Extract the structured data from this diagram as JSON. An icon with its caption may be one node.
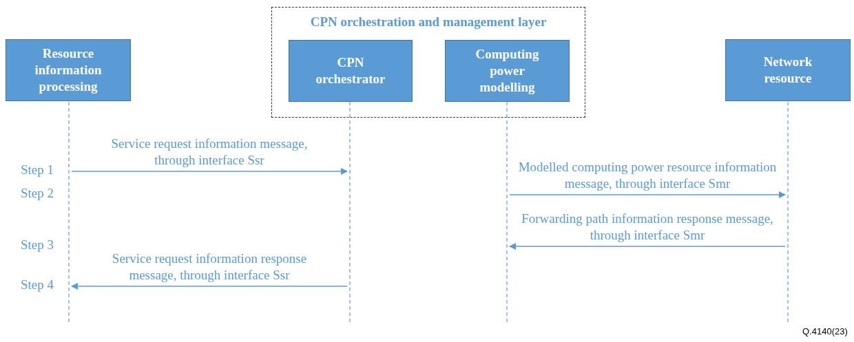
{
  "diagram": {
    "nodes": [
      {
        "text": [
          "Resource information processing"
        ]
      },
      {
        "text": [
          "CPN orchestration and management layer"
        ]
      },
      {
        "text": [
          "CPN orchestrator"
        ],
        "in": 1
      },
      {
        "text": [
          "Computing power modelling"
        ],
        "in": 1
      },
      {
        "text": [
          "Network resource"
        ]
      },
      {
        "text": [],
        "shape": "line"
      },
      {
        "text": [],
        "shape": "line"
      },
      {
        "text": [],
        "shape": "line"
      },
      {
        "text": [],
        "shape": "line"
      }
    ],
    "edges": [
      {
        "from": 5,
        "to": 6,
        "arrow": "to",
        "label": "Service request information message, through interface Ssr"
      },
      {
        "from": 7,
        "to": 8,
        "arrow": "to",
        "label": "Modelled computing power resource information message, through interface Smr"
      },
      {
        "from": 8,
        "to": 7,
        "arrow": "to",
        "label": "Forwarding path information response message, through interface Smr"
      },
      {
        "from": 6,
        "to": 5,
        "arrow": "to",
        "label": "Service request information response message, through interface Ssr"
      }
    ],
    "labels": [
      "Step 1",
      "Step 2",
      "Step 3",
      "Step 4",
      "Q.4140(23)"
    ]
  }
}
